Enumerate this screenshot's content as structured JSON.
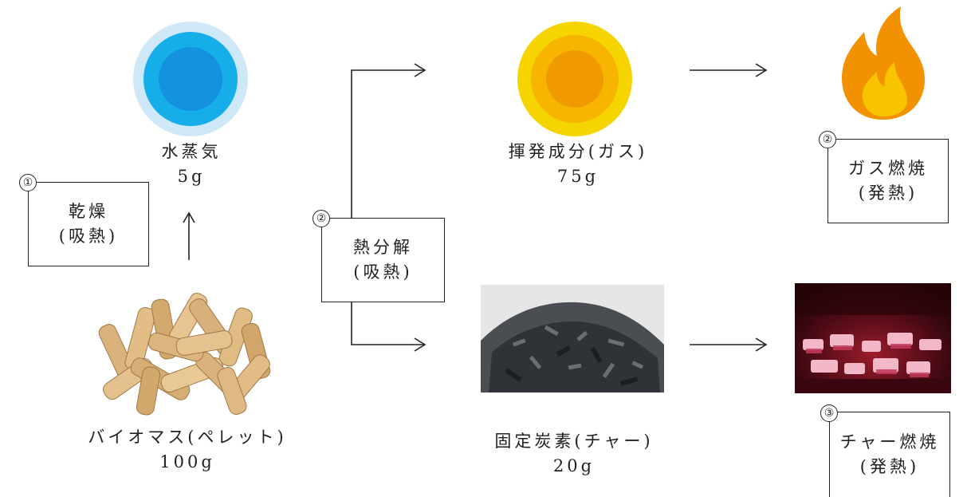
{
  "colors": {
    "steam_outer": "#cfe8f8",
    "steam_mid": "#16aee9",
    "steam_inner": "#1492e0",
    "gas_outer": "#f5d400",
    "gas_mid": "#f7b500",
    "gas_inner": "#f09a00",
    "flame_outer": "#f39200",
    "flame_inner": "#f8c400",
    "line": "#222222"
  },
  "nodes": {
    "steam": {
      "name": "水蒸気",
      "amount": "5g",
      "icon": "steam-circle-icon"
    },
    "gas": {
      "name": "揮発成分(ガス)",
      "amount": "75g",
      "icon": "gas-circle-icon"
    },
    "flame": {
      "icon": "flame-icon"
    },
    "biomass": {
      "name": "バイオマス(ペレット)",
      "amount": "100g",
      "icon": "wood-pellets-image"
    },
    "char": {
      "name": "固定炭素(チャー)",
      "amount": "20g",
      "icon": "char-image"
    },
    "ember": {
      "icon": "burning-embers-image"
    }
  },
  "steps": {
    "drying": {
      "number": "①",
      "line1": "乾燥",
      "line2": "(吸熱)"
    },
    "pyrolysis": {
      "number": "②",
      "line1": "熱分解",
      "line2": "(吸熱)"
    },
    "gas_combustion": {
      "number": "②",
      "line1": "ガス燃焼",
      "line2": "(発熱)"
    },
    "char_combustion": {
      "number": "③",
      "line1": "チャー燃焼",
      "line2": "(発熱)"
    }
  }
}
